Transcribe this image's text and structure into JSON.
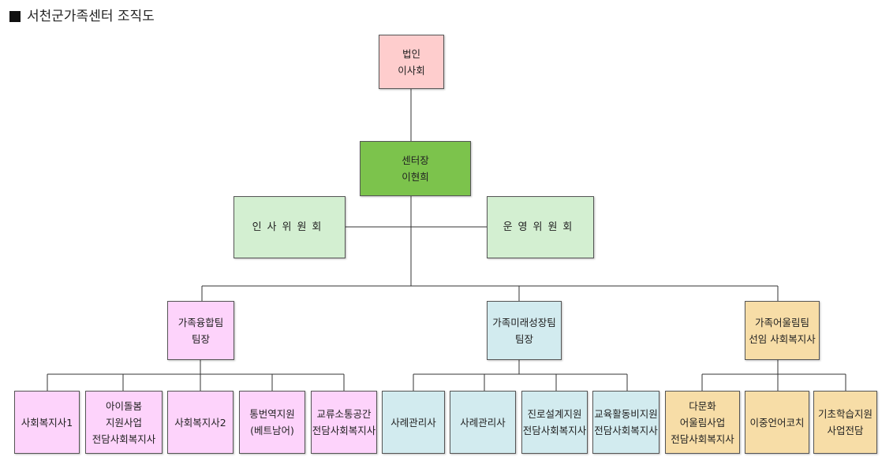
{
  "title": "서천군가족센터 조직도",
  "colors": {
    "board": "#fecdcd",
    "director": "#7cc34c",
    "committee": "#d3efd1",
    "team_integration": "#fdd3fb",
    "team_future": "#d2ebef",
    "team_harmony": "#f7dda7"
  },
  "nodes": {
    "board": {
      "line1": "법인",
      "line2": "이사회"
    },
    "director": {
      "line1": "센터장",
      "line2": "이현희"
    },
    "hr_committee": {
      "line1": "인사위원회"
    },
    "ops_committee": {
      "line1": "운영위원회"
    },
    "team_integration": {
      "line1": "가족융합팀",
      "line2": "팀장"
    },
    "team_future": {
      "line1": "가족미래성장팀",
      "line2": "팀장"
    },
    "team_harmony": {
      "line1": "가족어울림팀",
      "line2": "선임 사회복지사"
    },
    "staff": [
      {
        "line1": "사회복지사1"
      },
      {
        "line1": "아이돌봄",
        "line2": "지원사업",
        "line3": "전담사회복지사"
      },
      {
        "line1": "사회복지사2"
      },
      {
        "line1": "통번역지원",
        "line2": "(베트남어)"
      },
      {
        "line1": "교류소통공간",
        "line2": "전담사회복지사"
      },
      {
        "line1": "사례관리사"
      },
      {
        "line1": "사례관리사"
      },
      {
        "line1": "진로설계지원",
        "line2": "전담사회복지사"
      },
      {
        "line1": "교육활동비지원",
        "line2": "전담사회복지사"
      },
      {
        "line1": "다문화",
        "line2": "어울림사업",
        "line3": "전담사회복지사"
      },
      {
        "line1": "이중언어코치"
      },
      {
        "line1": "기초학습지원",
        "line2": "사업전담"
      }
    ]
  }
}
